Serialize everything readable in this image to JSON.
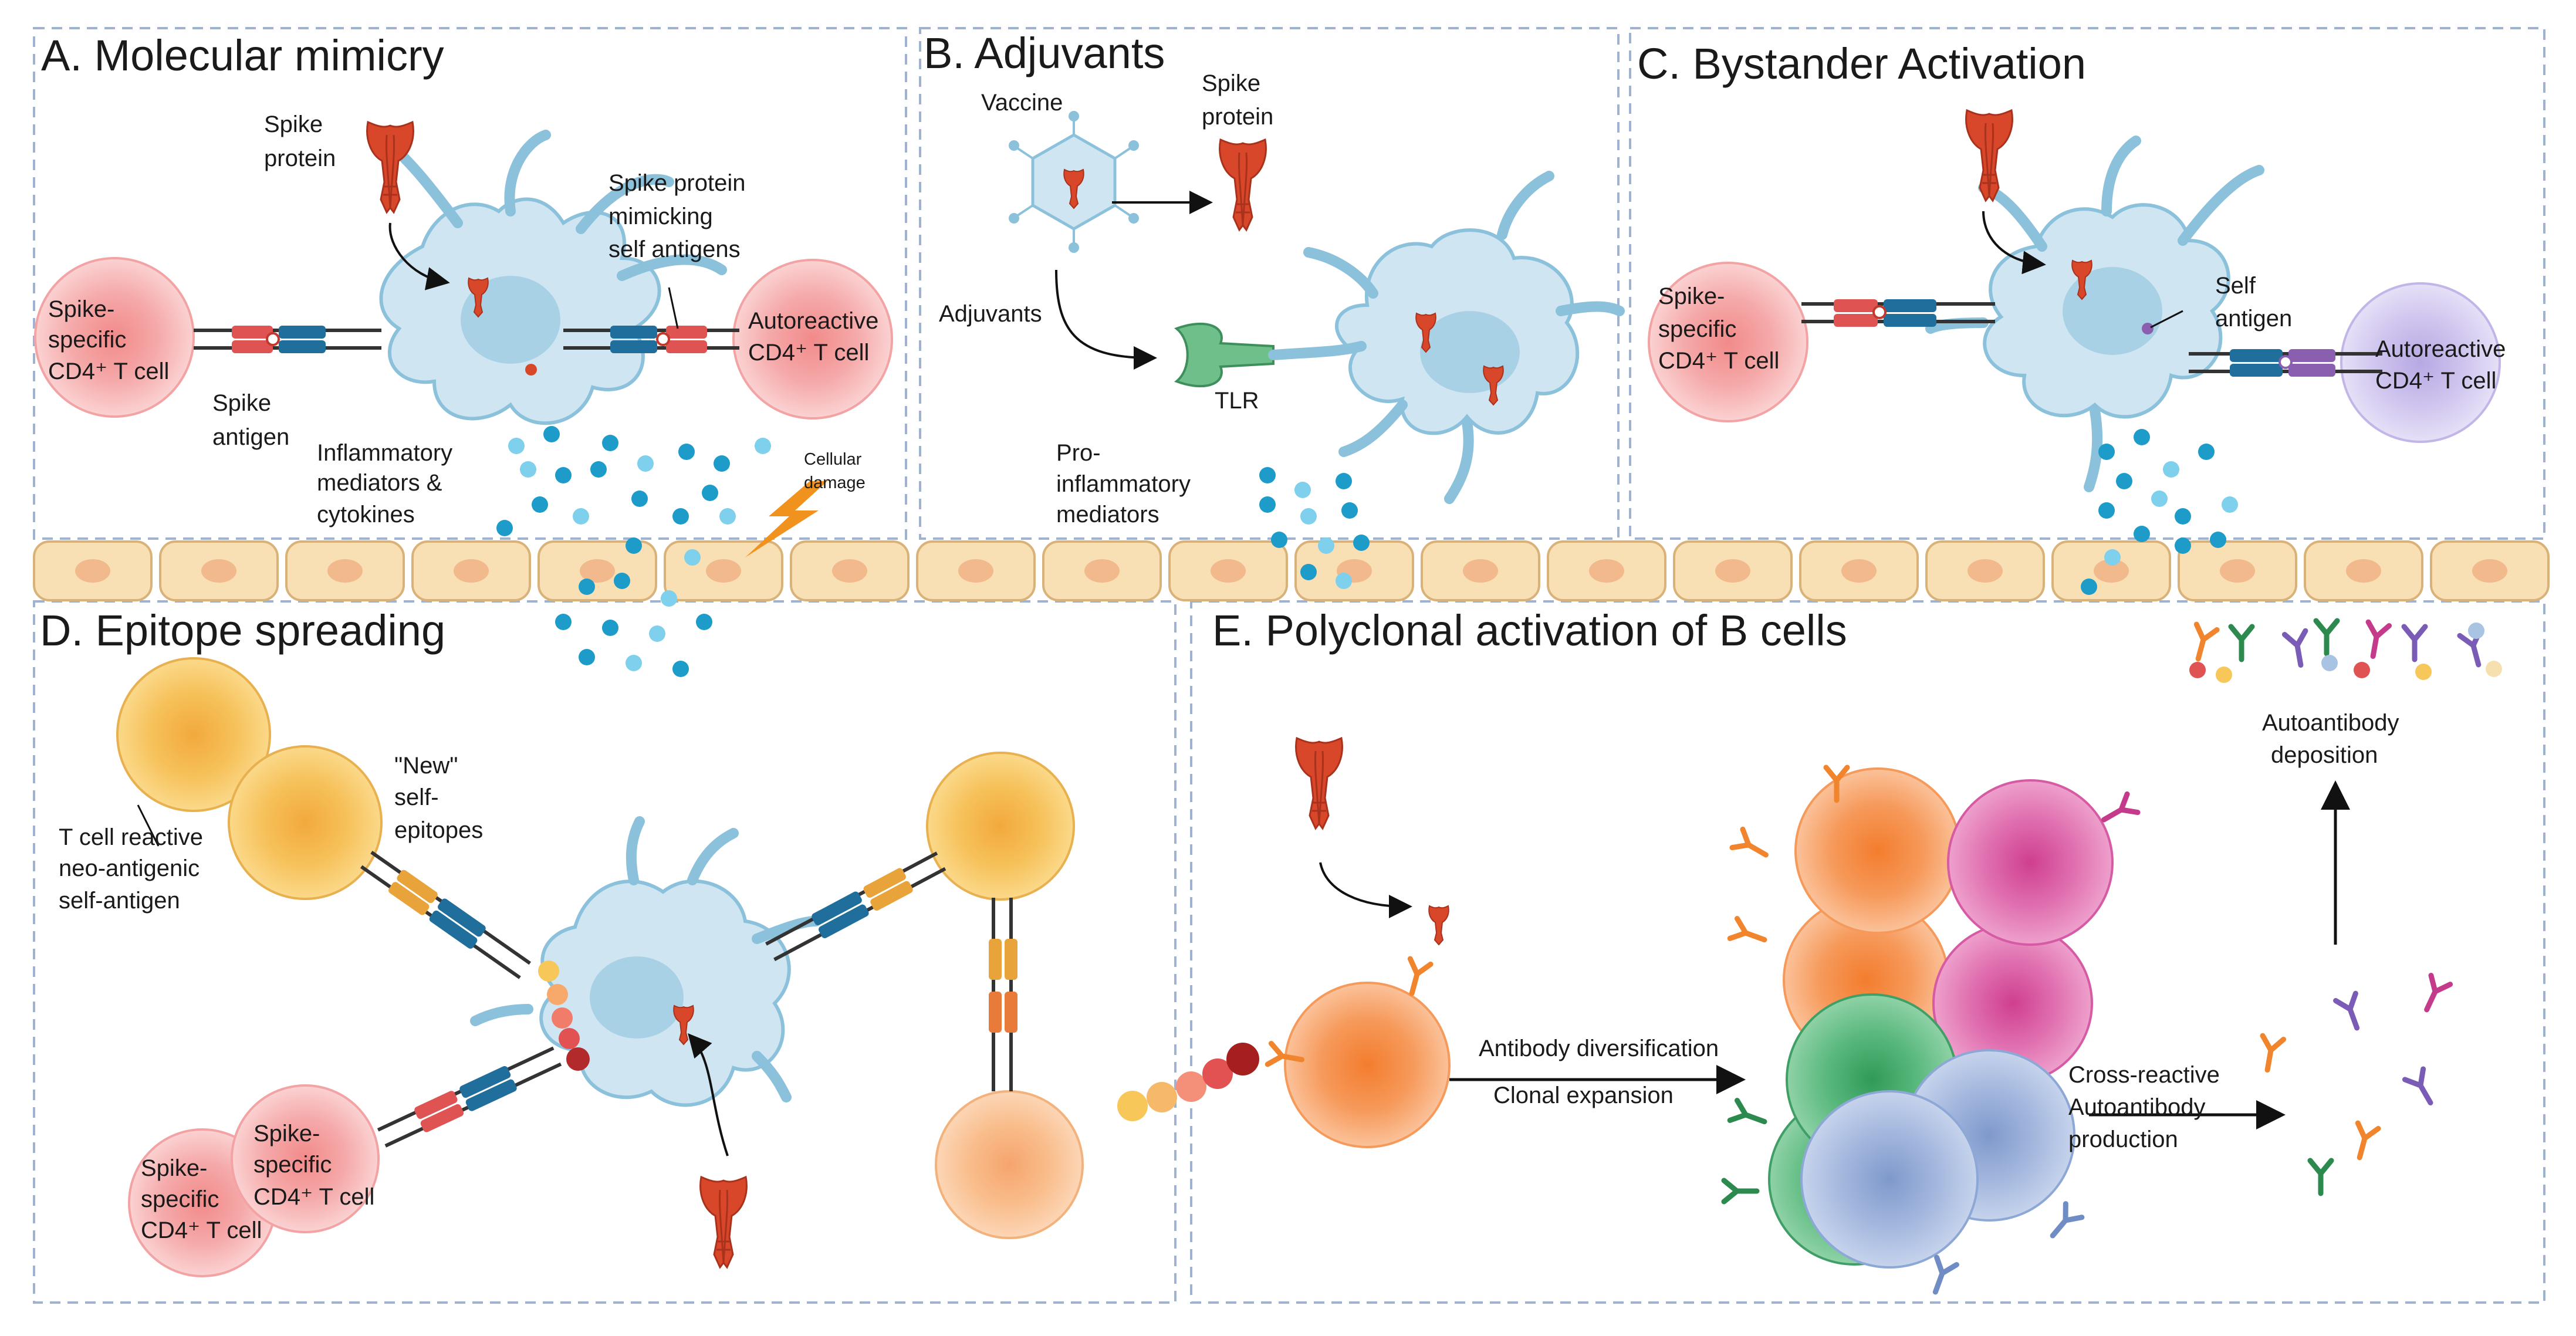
{
  "panels": {
    "a": {
      "title": "A. Molecular mimicry",
      "spike_protein": [
        "Spike",
        "protein"
      ],
      "spike_cell": [
        "Spike-",
        "specific",
        "CD4⁺ T cell"
      ],
      "spike_antigen": [
        "Spike",
        "antigen"
      ],
      "mimic": [
        "Spike protein",
        "mimicking",
        "self antigens"
      ],
      "autoreactive": [
        "Autoreactive",
        "CD4⁺ T cell"
      ],
      "inflammatory": [
        "Inflammatory",
        "mediators &",
        "cytokines"
      ],
      "damage": [
        "Cellular",
        "damage"
      ]
    },
    "b": {
      "title": "B. Adjuvants",
      "vaccine": "Vaccine",
      "spike_protein": [
        "Spike",
        "protein"
      ],
      "adjuvants": "Adjuvants",
      "tlr": "TLR",
      "proinflammatory": [
        "Pro-",
        "inflammatory",
        "mediators"
      ]
    },
    "c": {
      "title": "C. Bystander Activation",
      "spike_cell": [
        "Spike-",
        "specific",
        "CD4⁺ T cell"
      ],
      "self_antigen": [
        "Self",
        "antigen"
      ],
      "autoreactive": [
        "Autoreactive",
        "CD4⁺ T cell"
      ]
    },
    "d": {
      "title": "D. Epitope spreading",
      "neo": [
        "T cell reactive",
        "neo-antigenic",
        "self-antigen"
      ],
      "new_epitopes": [
        "\"New\"",
        "self-",
        "epitopes"
      ],
      "spike_cell_back": [
        "Spike-",
        "specific",
        "CD4⁺ T cell"
      ],
      "spike_cell_front": [
        "Spike-",
        "specific",
        "CD4⁺ T cell"
      ]
    },
    "e": {
      "title": "E. Polyclonal activation of B cells",
      "diversification": "Antibody diversification",
      "expansion": "Clonal expansion",
      "cross": [
        "Cross-reactive",
        "Autoantibody",
        "production"
      ],
      "deposition": [
        "Autoantibody",
        "deposition"
      ]
    }
  },
  "colors": {
    "dendritic_cell": "#cfe6f2",
    "dendritic_outline": "#8cc1dc",
    "spike": "#d9472b",
    "t_cell_pink": "#f6b9b9",
    "t_cell_purple": "#d7cfee",
    "t_cell_yellow": "#f7c867",
    "b_cell_orange": "#f7a466",
    "epithelium": "#f8dfb4",
    "cytokine": "#27a5d4",
    "panel_border": "#9fb3d1"
  }
}
